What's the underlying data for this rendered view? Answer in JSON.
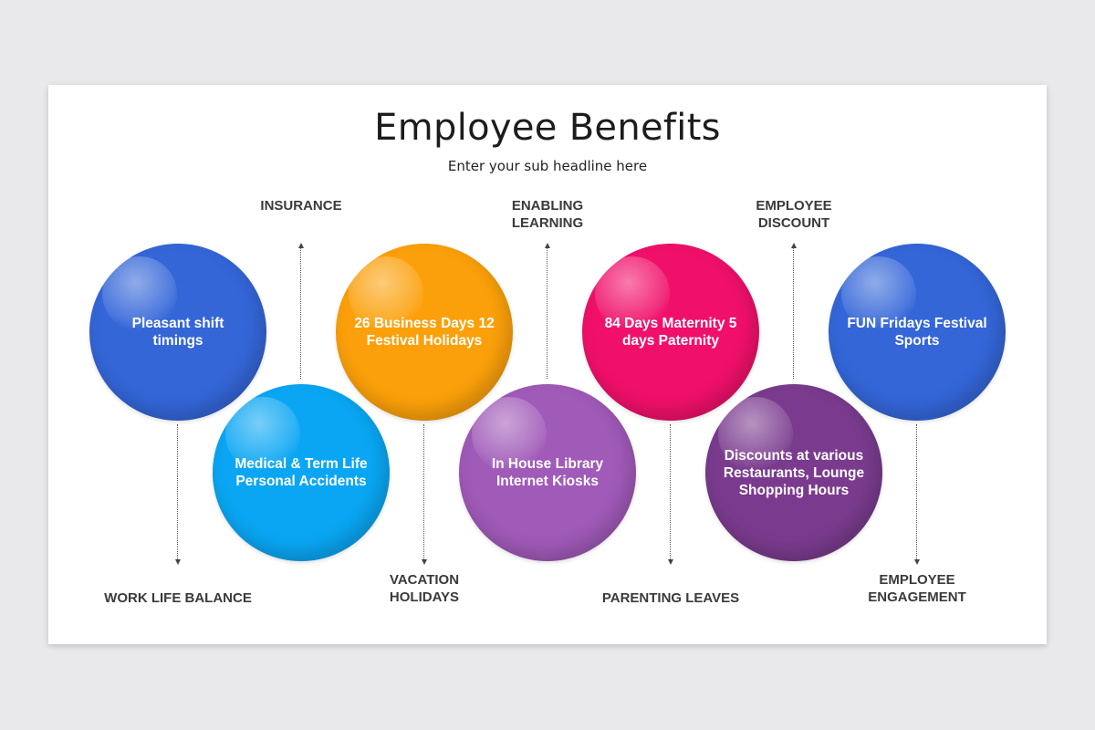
{
  "title": "Employee Benefits",
  "subtitle": "Enter your sub headline here",
  "colors": {
    "blue": "#3466d8",
    "sky": "#0aa6f3",
    "orange": "#fba00a",
    "lilac": "#a05ab8",
    "pink": "#f0106a",
    "purple": "#7a3b8e"
  },
  "bubbles": [
    {
      "text": "Pleasant shift timings",
      "color": "blue"
    },
    {
      "text": "Medical & Term Life Personal Accidents",
      "color": "sky"
    },
    {
      "text": "26 Business Days 12 Festival Holidays",
      "color": "orange"
    },
    {
      "text": "In House Library Internet Kiosks",
      "color": "lilac"
    },
    {
      "text": "84 Days Maternity 5 days Paternity",
      "color": "pink"
    },
    {
      "text": "Discounts at various Restaurants, Lounge Shopping Hours",
      "color": "purple"
    },
    {
      "text": "FUN Fridays Festival Sports",
      "color": "blue"
    }
  ],
  "top_labels": [
    "INSURANCE",
    "ENABLING\nLEARNING",
    "EMPLOYEE\nDISCOUNT"
  ],
  "bottom_labels": [
    "WORK LIFE BALANCE",
    "VACATION\nHOLIDAYS",
    "PARENTING LEAVES",
    "EMPLOYEE\nENGAGEMENT"
  ]
}
